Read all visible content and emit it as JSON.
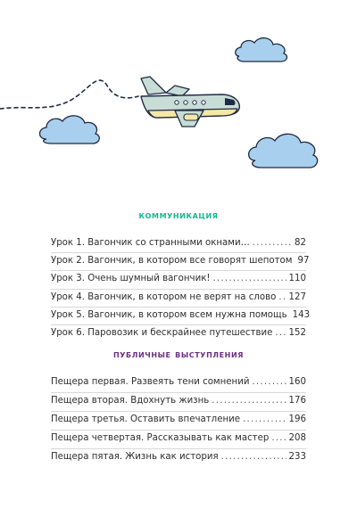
{
  "illustration": {
    "plane_icon": "airplane-icon",
    "cloud_icon": "cloud-icon",
    "colors": {
      "plane_body": "#c8ddd6",
      "plane_belly": "#f5e7a8",
      "cloud_fill": "#a9cfee",
      "outline": "#1f2a44"
    }
  },
  "sections": [
    {
      "title": "коммуникация",
      "color": "#16b58f",
      "entries": [
        {
          "label": "Урок 1. Вагончик со странными окнами…",
          "page": "82"
        },
        {
          "label": "Урок 2. Вагончик, в котором все говорят шепотом",
          "page": "97"
        },
        {
          "label": "Урок 3. Очень шумный вагончик!",
          "page": "110"
        },
        {
          "label": "Урок 4. Вагончик, в котором не верят на слово",
          "page": "127"
        },
        {
          "label": "Урок 5. Вагончик, в котором всем нужна помощь",
          "page": "143"
        },
        {
          "label": "Урок 6. Паровозик и бескрайнее путешествие",
          "page": "152"
        }
      ]
    },
    {
      "title": "публичные выступления",
      "color": "#6c2d83",
      "entries": [
        {
          "label": "Пещера первая. Развеять тени сомнений",
          "page": "160"
        },
        {
          "label": "Пещера вторая. Вдохнуть жизнь",
          "page": "176"
        },
        {
          "label": "Пещера третья. Оставить впечатление",
          "page": "196"
        },
        {
          "label": "Пещера четвертая. Рассказывать как мастер",
          "page": "208"
        },
        {
          "label": "Пещера пятая. Жизнь как история",
          "page": "233"
        }
      ]
    }
  ]
}
